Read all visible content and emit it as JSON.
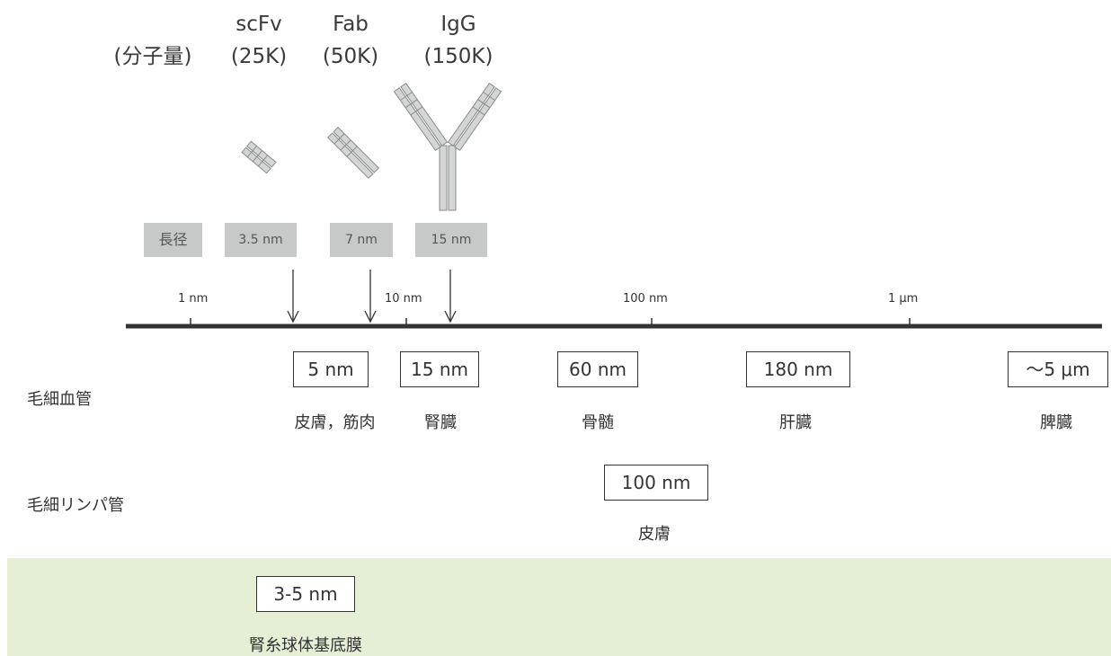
{
  "header": {
    "mw_label": "(分子量)",
    "molecules": [
      {
        "name": "scFv",
        "weight": "(25K)"
      },
      {
        "name": "Fab",
        "weight": "(50K)"
      },
      {
        "name": "IgG",
        "weight": "(150K)"
      }
    ]
  },
  "long_diameter": {
    "label": "長径",
    "values": [
      "3.5 nm",
      "7 nm",
      "15 nm"
    ]
  },
  "axis": {
    "ticks": [
      "1 nm",
      "10 nm",
      "100 nm",
      "1 μm"
    ]
  },
  "rows": {
    "capillary": {
      "label": "毛細血管",
      "items": [
        {
          "size": "5 nm",
          "organ": "皮膚，筋肉"
        },
        {
          "size": "15 nm",
          "organ": "腎臓"
        },
        {
          "size": "60 nm",
          "organ": "骨髄"
        },
        {
          "size": "180 nm",
          "organ": "肝臓"
        },
        {
          "size": "～5 μm",
          "organ": "脾臓"
        }
      ]
    },
    "lymph": {
      "label": "毛細リンパ管",
      "items": [
        {
          "size": "100 nm",
          "organ": "皮膚"
        }
      ]
    },
    "glomerular": {
      "items": [
        {
          "size": "3-5 nm",
          "organ": "腎糸球体基底膜"
        }
      ]
    }
  },
  "colors": {
    "diameter_box": "#c6c9c7",
    "band": "#e5efd6",
    "axis": "#333333"
  }
}
